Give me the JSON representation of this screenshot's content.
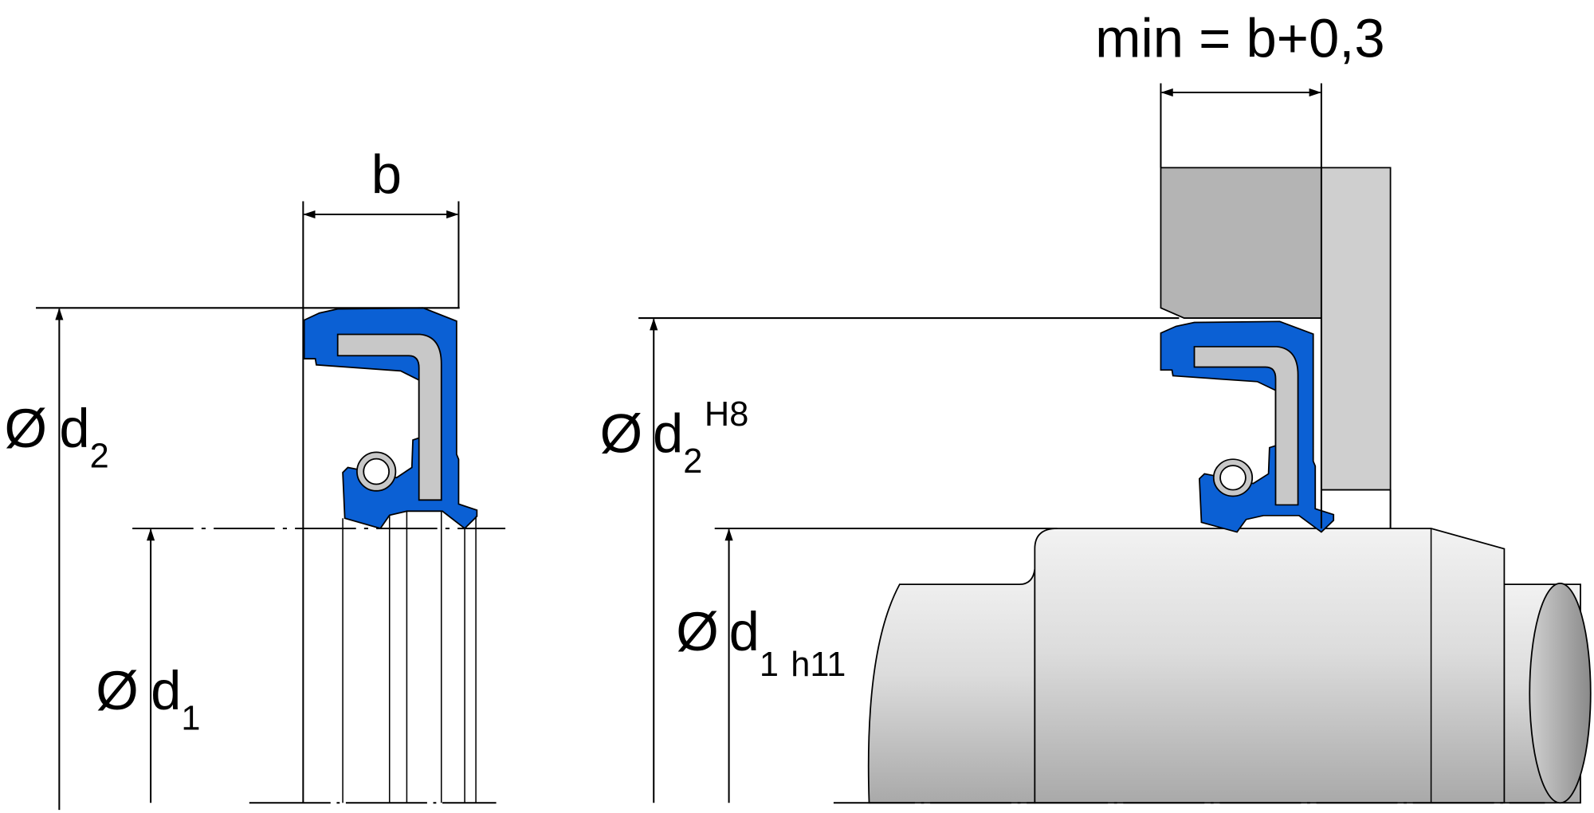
{
  "colors": {
    "seal": "#0b60d4",
    "insert": "#c8c8c8",
    "housing": "#b4b4b4",
    "housing_light": "#cfcfcf",
    "shaft": "#d9d9d9"
  },
  "left": {
    "width_label": "b",
    "d2": {
      "symbol": "Ø",
      "letter": "d",
      "sub": "2"
    },
    "d1": {
      "symbol": "Ø",
      "letter": "d",
      "sub": "1"
    }
  },
  "right": {
    "width_label": "min = b+0,3",
    "d2": {
      "symbol": "Ø",
      "letter": "d",
      "sub": "2",
      "tolerance": "H8"
    },
    "d1": {
      "symbol": "Ø",
      "letter": "d",
      "sub": "1",
      "tolerance": "h11"
    }
  }
}
